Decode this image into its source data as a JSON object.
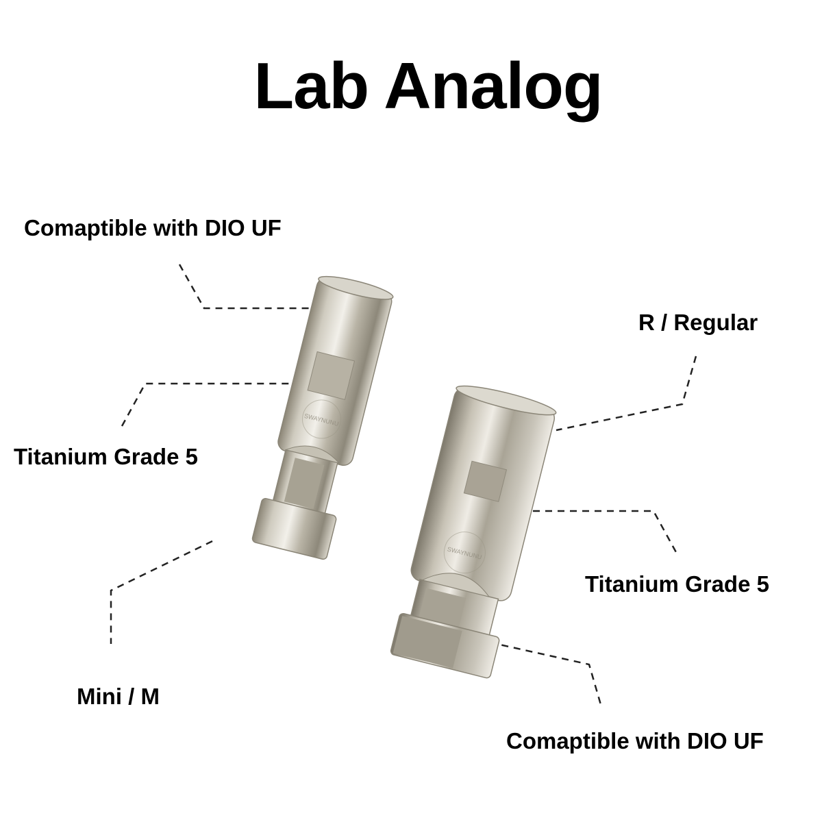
{
  "title": "Lab Analog",
  "left_part": {
    "connection_label": "Comaptible with DIO UF",
    "material_label": "Titanium Grade 5",
    "size_label": "Mini / M",
    "watermark": "SWAYNUNU"
  },
  "right_part": {
    "size_label": "R / Regular",
    "material_label": "Titanium Grade 5",
    "connection_label": "Comaptible with DIO UF",
    "watermark": "SWAYNUNU"
  },
  "colors": {
    "background": "#ffffff",
    "text": "#000000",
    "leader_line": "#222222",
    "metal_light": "#e6e3da",
    "metal_mid": "#aaa596",
    "metal_dark": "#6f6a5d"
  }
}
